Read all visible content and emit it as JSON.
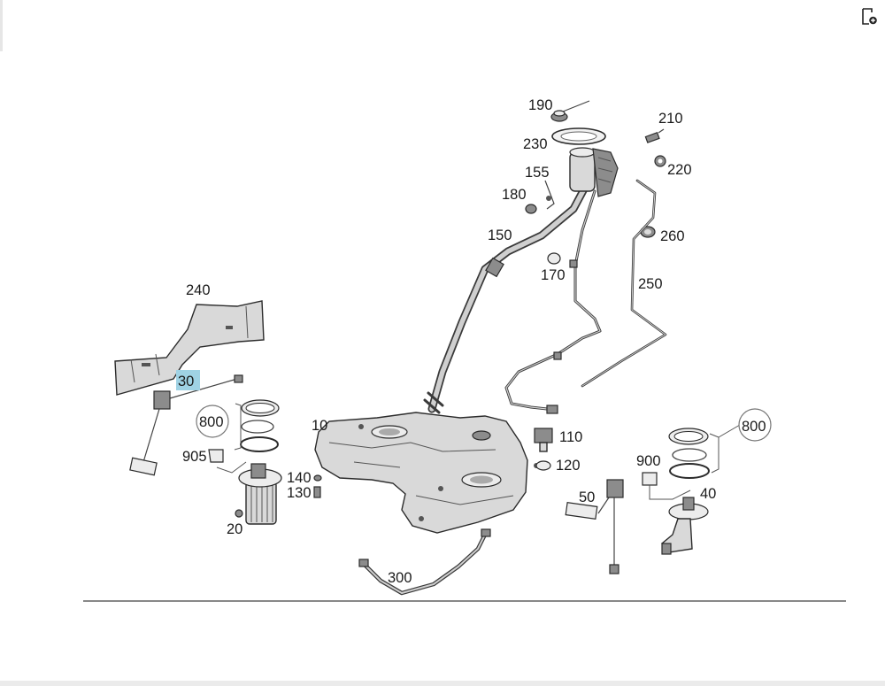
{
  "toolbar": {
    "export_icon": "document-export-icon"
  },
  "diagram": {
    "labels": {
      "p10": "10",
      "p20": "20",
      "p30": "30",
      "p40": "40",
      "p50": "50",
      "p110": "110",
      "p120": "120",
      "p130": "130",
      "p140": "140",
      "p150": "150",
      "p155": "155",
      "p170": "170",
      "p180": "180",
      "p190": "190",
      "p210": "210",
      "p220": "220",
      "p230": "230",
      "p240": "240",
      "p250": "250",
      "p260": "260",
      "p300": "300",
      "p800_left": "800",
      "p800_right": "800",
      "p900": "900",
      "p905": "905"
    },
    "highlighted": "30",
    "highlight_color": "#9fd2e4"
  }
}
